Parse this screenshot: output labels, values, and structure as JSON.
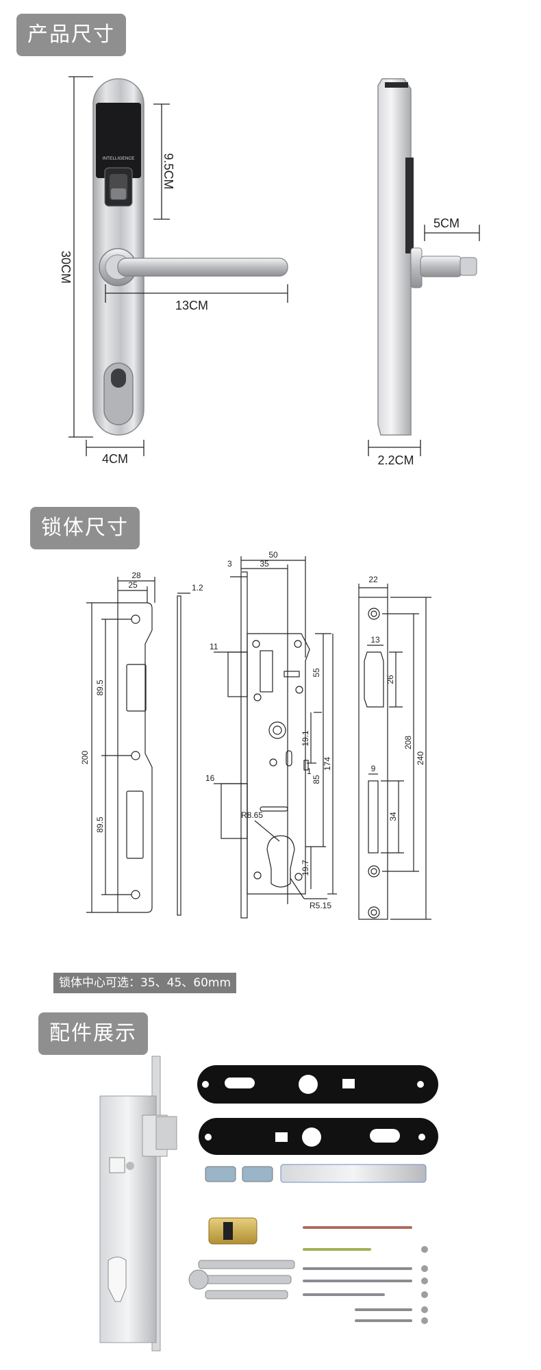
{
  "sections": {
    "product_size": "产品尺寸",
    "lock_body_size": "锁体尺寸",
    "accessories": "配件展示"
  },
  "product": {
    "brand_text": "INTELLIGENCE",
    "height": "30CM",
    "panel_top": "9.5CM",
    "handle_length": "13CM",
    "width": "4CM",
    "projection": "5CM",
    "depth": "2.2CM"
  },
  "lock_body": {
    "strike": {
      "w_outer": "28",
      "w_inner": "25",
      "thickness": "1.2",
      "total": "200",
      "upper": "89.5",
      "lower": "89.5"
    },
    "case": {
      "depth": "50",
      "backset": "35",
      "plate": "3",
      "latch": "11",
      "deadbolt": "16",
      "d55": "55",
      "d19_1": "19.1",
      "d1": "1",
      "d85": "85",
      "d174": "174",
      "r865": "R8.65",
      "d197": "19.7",
      "r515": "R5.15"
    },
    "faceplate": {
      "width": "22",
      "d13": "13",
      "d26": "26",
      "d208": "208",
      "d240": "240",
      "d9": "9",
      "d34": "34"
    },
    "note": "锁体中心可选：35、45、60mm"
  },
  "colors": {
    "tag_bg": "#8f8f8f",
    "metal": "#c9cbce",
    "line": "#222222"
  }
}
